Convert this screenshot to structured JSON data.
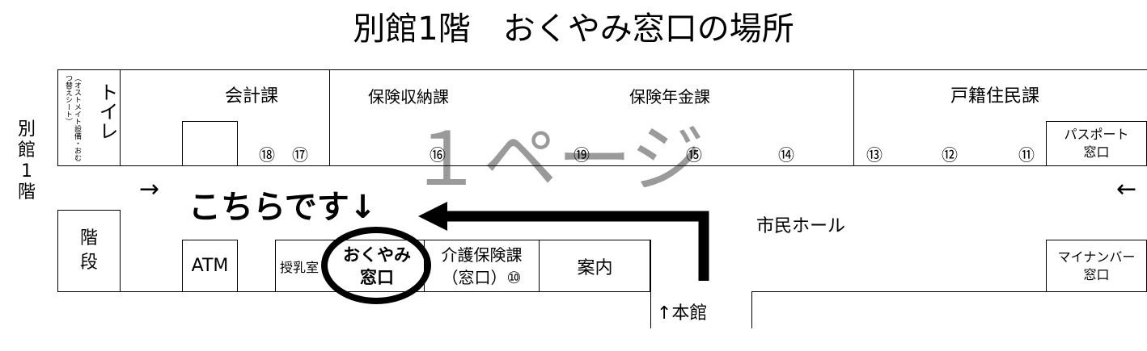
{
  "title": "別館1階　おくやみ窓口の場所",
  "side_label": "別\n館\n1\n階",
  "watermark": "１ページ",
  "toilet": {
    "label": "トイレ",
    "note": "（オストメイト設備・おむつ替えシート）"
  },
  "north": {
    "kaikei": "会計課",
    "hoken_shuno": "保険収納課",
    "hoken_nenkin": "保険年金課",
    "koseki": "戸籍住民課",
    "passport": "パスポート\n窓口",
    "numbers": [
      "⑱",
      "⑰",
      "⑯",
      "⑲",
      "⑮",
      "⑭",
      "⑬",
      "⑫",
      "⑪"
    ]
  },
  "south": {
    "stairs": "階\n段",
    "atm": "ATM",
    "nursing": "授乳室",
    "okuyami": "おくやみ\n窓口",
    "kaigo": "介護保険課\n（窓口）⑩",
    "annai": "案内",
    "mynumber": "マイナンバー\n窓口"
  },
  "hall": "市民ホール",
  "main_building": "↑本館",
  "pointer": "こちらです↓",
  "arrow_left": "←",
  "arrow_right": "→"
}
